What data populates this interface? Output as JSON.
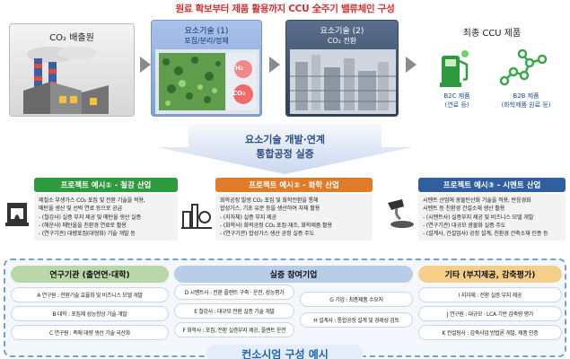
{
  "top_title": "원료 확보부터 제품 활용까지 CCU 全주기 밸류체인 구성",
  "stages": [
    {
      "label": "CO₂ 배출원"
    },
    {
      "label": "요소기술 (1)",
      "sub": "포집/분리/정제",
      "h2": "H₂",
      "co2": "CO₂"
    },
    {
      "label": "요소기술 (2)",
      "sub": "CO₂ 전환"
    },
    {
      "label": "최종 CCU 제품",
      "b2c": "B2C 제품",
      "b2c_sub": "(연료 등)",
      "b2b": "B2B 제품",
      "b2b_sub": "(화학제품 원료 등)"
    }
  ],
  "center_banner": {
    "line1": "요소기술 개발·연계",
    "line2": "통합공정 실증"
  },
  "examples": [
    {
      "title": "프로젝트 예시① - 철강 산업",
      "color": "#2e9a3e",
      "lines": [
        "제철소 부생가스 CO₂ 포집 및 전환 기술을 적용,",
        "메탄올 생산 및 선박 연료 등으로 공급",
        "- (철강사) 실증 부지 제공 및 메탄올 생산 실증",
        "- (해운사) 메탄올을 친환경 연료로 활용",
        "- (연구기관) 대량포집(대형화) 기술 개발 등"
      ]
    },
    {
      "title": "프로젝트 예시② - 화학 산업",
      "color": "#e07b2a",
      "lines": [
        "화학공정 발생 CO₂ 포집 및 화학전환을 통해",
        "합성가스, 기초 유분 등을 생산하여 자체 활용",
        "- (지자체) 실증 부지 제공",
        "- (화학사) 화학공정 CO₂ 포집·재조, 화학제품 활용",
        "- (연구기관) 합성가스 생산 공정 실증 주도"
      ]
    },
    {
      "title": "프로젝트 예시③ - 시멘트 산업",
      "color": "#2f5f9e",
      "lines": [
        "시멘트 산업에 광물탄산화 기술을 적용, 반응경화",
        "시멘트 등 친환경 건설소재 생산 활용",
        "- (시멘트사) 실증부지 제공 및 비즈니스 모델 개발",
        "- (연구기관) 대규모 광물화 실증 주도",
        "- (설계사, 건설업사) 공정 설계, 친환경 건축소재 인증 등"
      ]
    }
  ],
  "consortium": {
    "footer": "컨소시엄 구성 예시",
    "groups": [
      {
        "title": "연구기관 (출연연·대학)",
        "color": "#b9d7a8",
        "items": [
          "A 연구원 : 전환기술 효율화 및 비즈니스 모델 개발",
          "B 대학 : 포집제 성능향상 기술 개발",
          "C 연구원 : 촉매 대량 생산 기술 국산화"
        ]
      },
      {
        "title": "실증 참여기업",
        "color": "#b7cde8",
        "items": [
          "D 시멘트사 : 전환 플랜트 구축 · 운전, 성능평가",
          "E 철강사 : 대규모 전환 실증 기술 개발",
          "F 화학사 : 포집, 전환 실증부지 제공, 플랜트 운전",
          "G 기업 : 최종제품 수요처",
          "H 설계사 : 통합공정 설계 및 경제성 검토"
        ]
      },
      {
        "title": "기타 (부지제공, 감축평가)",
        "color": "#f4cf8a",
        "items": [
          "I 지자체 : 전환 실증 부지 제공",
          "J 연구원 : 대규모 · LCA 기반 감축량 평가",
          "K 컨설팅사 : 감축사업 방법론 개발, 제품 인증"
        ]
      }
    ]
  }
}
